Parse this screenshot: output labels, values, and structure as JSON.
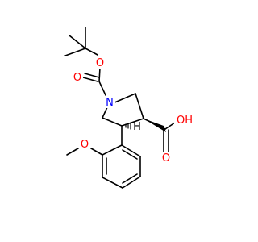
{
  "molecule": {
    "atom_labels": {
      "ether_o": "O",
      "carbamate_o_single": "O",
      "carbamate_o_double": "O",
      "ring_n": "N",
      "acid_o_double": "O",
      "acid_oh": "OH",
      "stereo_h": "H"
    },
    "colors": {
      "bond": "#000000",
      "oxygen": "#ff0000",
      "nitrogen": "#0000ff",
      "hydrogen": "#000000"
    }
  }
}
